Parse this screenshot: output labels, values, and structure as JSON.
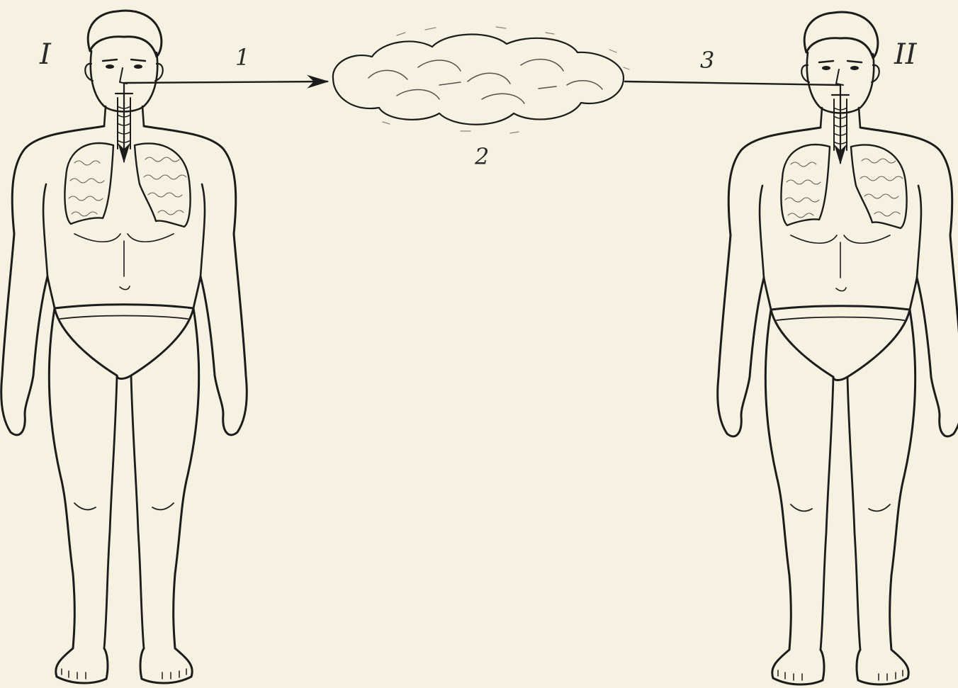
{
  "labels": {
    "person_left": "I",
    "person_right": "II",
    "arrow_exhale": "1",
    "cloud": "2",
    "arrow_inhale": "3"
  },
  "colors": {
    "paper": "#f6f1e1",
    "ink": "#1c1c1c"
  }
}
